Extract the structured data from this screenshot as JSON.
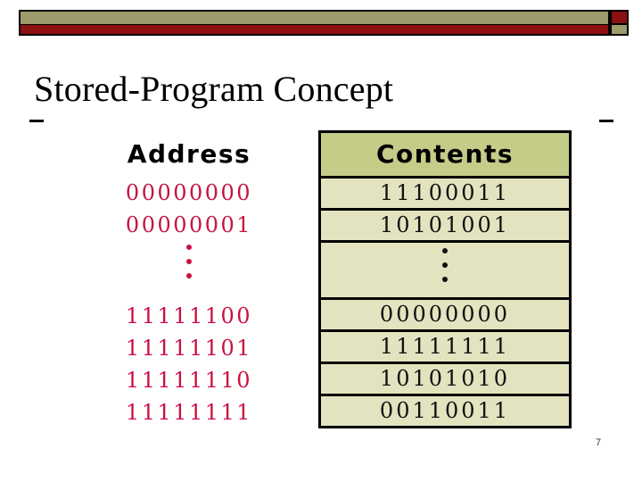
{
  "slide": {
    "title": "Stored-Program Concept",
    "page_number": "7",
    "colors": {
      "banner_olive": "#9d9a6b",
      "banner_red": "#8c1010",
      "address_text": "#c9123f",
      "contents_header_bg": "#c4cc88",
      "contents_cell_bg": "#e3e3c0",
      "contents_text": "#111111"
    }
  },
  "memory_table": {
    "address_column": {
      "header": "Address",
      "rows": [
        {
          "type": "value",
          "text": "00000000"
        },
        {
          "type": "value",
          "text": "00000001"
        },
        {
          "type": "ellipsis",
          "text": ""
        },
        {
          "type": "value",
          "text": "11111100"
        },
        {
          "type": "value",
          "text": "11111101"
        },
        {
          "type": "value",
          "text": "11111110"
        },
        {
          "type": "value",
          "text": "11111111"
        }
      ]
    },
    "contents_column": {
      "header": "Contents",
      "rows": [
        {
          "type": "value",
          "text": "11100011"
        },
        {
          "type": "value",
          "text": "10101001"
        },
        {
          "type": "ellipsis",
          "text": ""
        },
        {
          "type": "value",
          "text": "00000000"
        },
        {
          "type": "value",
          "text": "11111111"
        },
        {
          "type": "value",
          "text": "10101010"
        },
        {
          "type": "value",
          "text": "00110011"
        }
      ]
    }
  }
}
